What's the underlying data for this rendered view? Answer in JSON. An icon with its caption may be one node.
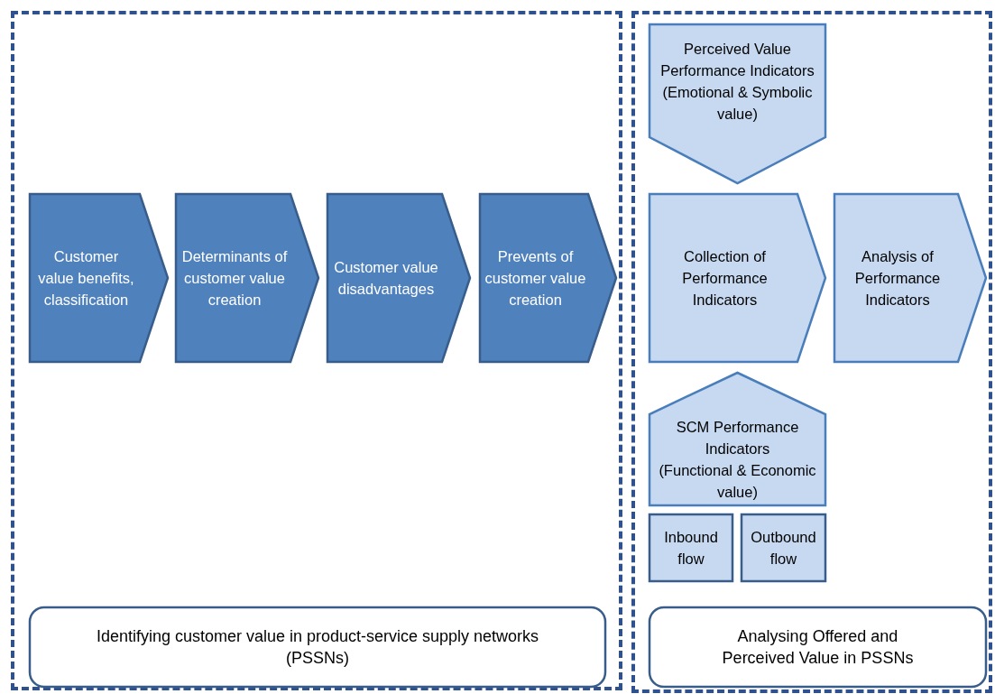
{
  "diagram": {
    "nodes": [
      {
        "text": [],
        "shape": "box"
      },
      {
        "text": [
          "Customer value benefits, classification"
        ],
        "in": 0
      },
      {
        "text": [
          "Determinants of customer value creation"
        ],
        "in": 0
      },
      {
        "text": [
          "Customer value disadvantages"
        ],
        "in": 0
      },
      {
        "text": [
          "Prevents of customer value creation"
        ],
        "in": 0
      },
      {
        "text": [
          "Identifying customer value in product-service supply networks (PSSNs)"
        ],
        "in": 0
      },
      {
        "text": [],
        "shape": "box"
      },
      {
        "text": [
          "Perceived Value Performance Indicators",
          "(Emotional & Symbolic value)"
        ],
        "in": 6
      },
      {
        "text": [
          "Collection of Performance Indicators"
        ],
        "in": 6
      },
      {
        "text": [
          "Analysis of Performance Indicators"
        ],
        "in": 6
      },
      {
        "text": [
          "SCM Performance Indicators",
          "(Functional & Economic value)"
        ],
        "in": 6
      },
      {
        "text": [
          "Inbound flow"
        ],
        "in": 6
      },
      {
        "text": [
          "Outbound flow"
        ],
        "in": 6
      },
      {
        "text": [
          "Analysing Offered and Perceived Value in PSSNs"
        ],
        "in": 6
      }
    ]
  }
}
